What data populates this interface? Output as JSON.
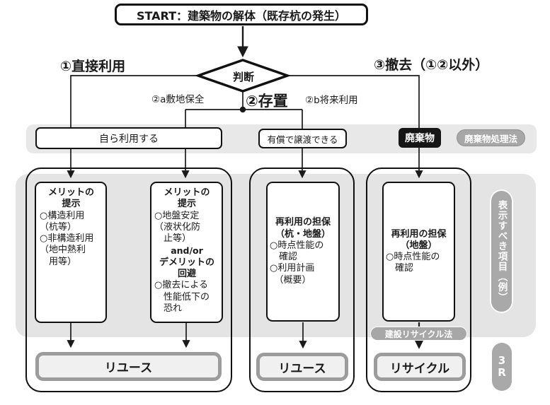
{
  "start": {
    "label": "START：建築物の解体（既存杭の発生）"
  },
  "decision": {
    "label": "判断"
  },
  "branch_labels": {
    "direct_use": "①直接利用",
    "leave_in_place": "②存置",
    "site_preservation": "②a敷地保全",
    "future_use": "②b将来利用",
    "removal": "③撤去（①②以外）"
  },
  "band": {
    "self_use": "自ら利用する",
    "paid_transfer": "有償で譲渡できる",
    "waste": "廃棄物",
    "waste_law_badge": "廃棄物処理法"
  },
  "items": {
    "merit_direct": {
      "heading": "メリットの\n提示",
      "body": "○構造利用\n（杭等）\n○非構造利用\n（地中熱利\n　用等）"
    },
    "merit_preserve": {
      "heading": "メリットの\n提示",
      "body1": "○地盤安定\n（液状化防\n　止等）",
      "connector": "and/or",
      "heading2": "デメリットの\n回避",
      "body2": "○撤去による\n　性能低下の\n　恐れ"
    },
    "reuse_guarantee_pile": {
      "heading": "再利用の担保\n（杭・地盤）",
      "body": "○時点性能の\n　確認\n○利用計画\n　（概要）"
    },
    "reuse_guarantee_ground": {
      "heading": "再利用の担保\n（地盤）",
      "body": "○時点性能の\n　確認"
    }
  },
  "outcomes": {
    "reuse_direct": "リユース",
    "reuse_leave": "リユース",
    "recycle": "リサイクル"
  },
  "badges": {
    "construction_recycling_law": "建設リサイクル法",
    "display_items": "表示すべき項目（例）",
    "three_r": "3\nR"
  },
  "colors": {
    "panel_gray": "#e4e4e4",
    "band_gray": "#e8e8e8",
    "badge_gray": "#a7a7a7",
    "waste_black": "#161616",
    "outcome_border": "#9c9c9c",
    "outcome_fill": "#f0f0f0",
    "line": "#1a1a1a"
  }
}
